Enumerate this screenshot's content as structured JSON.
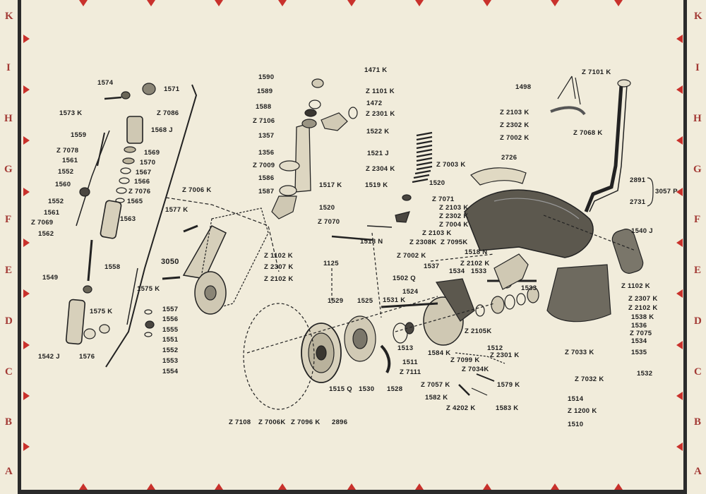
{
  "grid": {
    "left": [
      "K",
      "I",
      "H",
      "G",
      "F",
      "E",
      "D",
      "C",
      "B",
      "A"
    ],
    "right": [
      "K",
      "I",
      "H",
      "G",
      "F",
      "E",
      "D",
      "C",
      "B",
      "A"
    ]
  },
  "colors": {
    "marker": "#c9312c",
    "letters": "#a33a35",
    "ink": "#1e1e1e",
    "paper": "#f1ecdb"
  },
  "labels": {
    "p1574": "1574",
    "p1571": "1571",
    "p1573k": "1573 K",
    "pz7086": "Z 7086",
    "p1568j": "1568 J",
    "p1559": "1559",
    "pz7078": "Z 7078",
    "p1561a": "1561",
    "p1552a": "1552",
    "p1560": "1560",
    "p1569": "1569",
    "p1570": "1570",
    "p1567": "1567",
    "p1566": "1566",
    "pz7076": "Z 7076",
    "p1565": "1565",
    "p1552b": "1552",
    "p1561b": "1561",
    "pz7069": "Z 7069",
    "p1562": "1562",
    "p1563": "1563",
    "p1558": "1558",
    "p1549": "1549",
    "p1575k": "1575 K",
    "p1542j": "1542 J",
    "p1576": "1576",
    "p1557": "1557",
    "p1556": "1556",
    "p1555": "1555",
    "p1551": "1551",
    "p1552c": "1552",
    "p1553": "1553",
    "p1554": "1554",
    "pz7006k": "Z 7006 K",
    "p1577k": "1577 K",
    "p3050": "3050",
    "p1575k2": "1575 K",
    "pz1102k": "Z 1102 K",
    "pz2307k": "Z 2307 K",
    "pz2102k": "Z 2102 K",
    "p1590": "1590",
    "p1589": "1589",
    "p1588": "1588",
    "pz7106": "Z 7106",
    "p1357": "1357",
    "p1356": "1356",
    "pz7009": "Z 7009",
    "p1586": "1586",
    "p1587": "1587",
    "p1471k": "1471 K",
    "pz1101k": "Z 1101 K",
    "p1472": "1472",
    "pz2301k": "Z 2301 K",
    "p1522k": "1522 K",
    "p1521j": "1521 J",
    "pz2304k": "Z 2304 K",
    "pz7003k": "Z 7003 K",
    "p1519k": "1519 K",
    "p1520a": "1520",
    "p1517k": "1517 K",
    "pz7071": "Z 7071",
    "p1520b": "1520",
    "pz2103k": "Z 2103 K",
    "pz7070": "Z 7070",
    "pz2302k": "Z 2302 K",
    "pz7004k": "Z 7004 K",
    "pz2103k2": "Z 2103 K",
    "p1518n": "1518 N",
    "pz2308k": "Z 2308K",
    "pz7095k": "Z 7095K",
    "pz7002k": "Z 7002 K",
    "p1518n2": "1518 N",
    "p1125": "1125",
    "p1537": "1537",
    "p1534": "1534",
    "p1533": "1533",
    "pz2102k2": "Z 2102 K",
    "p1502q": "1502 Q",
    "p1524": "1524",
    "p1531k": "1531 K",
    "p1529": "1529",
    "p1525": "1525",
    "p1533b": "1533",
    "pz7101k": "Z 7101 K",
    "p1498": "1498",
    "pz2103k3": "Z 2103 K",
    "pz2302k2": "Z 2302 K",
    "pz7068k": "Z 7068 K",
    "pz7002k2": "Z 7002 K",
    "p2726": "2726",
    "p2891": "2891",
    "p3057p": "3057 P",
    "p2731": "2731",
    "p1540j": "1540 J",
    "pz1102k2": "Z 1102 K",
    "pz2307k2": "Z 2307 K",
    "pz2102k3": "Z 2102 K",
    "p1538k": "1538 K",
    "p1536": "1536",
    "pz7075": "Z 7075",
    "p1534b": "1534",
    "p1535": "1535",
    "p1532": "1532",
    "pz7033k": "Z 7033 K",
    "pz7032k": "Z 7032 K",
    "p1514": "1514",
    "pz1200k": "Z 1200 K",
    "p1510": "1510",
    "pz2105k": "Z 2105K",
    "p1512": "1512",
    "pz2301k2": "Z 2301 K",
    "p1584k": "1584 K",
    "pz7099k": "Z 7099 K",
    "pz7034k": "Z 7034K",
    "p1579k": "1579 K",
    "pz7057k": "Z 7057 K",
    "p1582k": "1582 K",
    "pz4202k": "Z 4202 K",
    "p1583k": "1583 K",
    "p1513": "1513",
    "p1511": "1511",
    "pz7111": "Z 7111",
    "p1528": "1528",
    "p1515q": "1515 Q",
    "p1530": "1530",
    "pz7108": "Z 7108",
    "pz7006k2": "Z 7006K",
    "pz7096k": "Z 7096 K",
    "p2896": "2896"
  }
}
